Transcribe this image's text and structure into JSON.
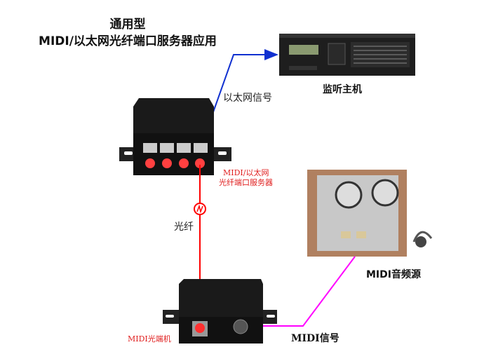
{
  "title": {
    "line1": "通用型",
    "line2": "MIDI/以太网光纤端口服务器应用"
  },
  "labels": {
    "monitor_host": "监听主机",
    "ethernet_signal": "以太网信号",
    "server_line1": "MIDI/以太网",
    "server_line2": "光纤端口服务器",
    "fiber": "光纤",
    "audio_source": "MIDI音频源",
    "midi_transceiver": "MIDI光端机",
    "midi_signal": "MIDI信号"
  },
  "colors": {
    "ethernet_line": "#1030d0",
    "fiber_line": "#ff0000",
    "midi_line": "#ff00ff",
    "red_label": "#e02020"
  }
}
